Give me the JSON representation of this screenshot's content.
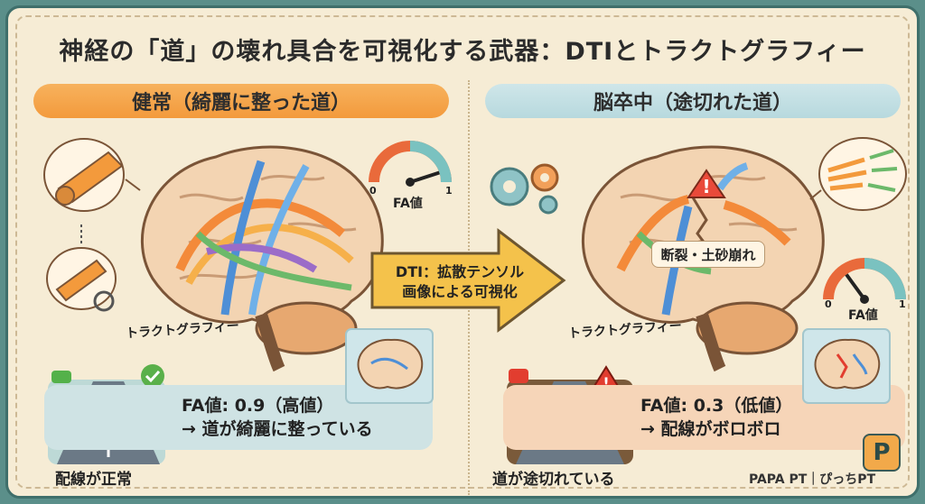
{
  "title": "神経の「道」の壊れ具合を可視化する武器：DTIとトラクトグラフィー",
  "healthy": {
    "heading": "健常（綺麗に整った道）",
    "fa_gauge_label": "FA値",
    "gauge_min": "0",
    "gauge_max": "1",
    "fa_value_fraction": 0.9,
    "tractography_label": "トラクトグラフィー",
    "info_line1": "FA値: 0.9（高値）",
    "info_line2": "→ 道が綺麗に整っている",
    "road_caption": "配線が正常"
  },
  "stroke": {
    "heading": "脳卒中（途切れた道）",
    "fa_gauge_label": "FA値",
    "gauge_min": "0",
    "gauge_max": "1",
    "fa_value_fraction": 0.3,
    "damage_label": "断裂・土砂崩れ",
    "tractography_label": "トラクトグラフィー",
    "info_line1": "FA値: 0.3（低値）",
    "info_line2": "→ 配線がボロボロ",
    "road_caption": "道が途切れている"
  },
  "center_arrow": {
    "line1": "DTI：拡散テンソル",
    "line2": "画像による可視化"
  },
  "brand": {
    "name": "PAPA PT｜ぴっちPT",
    "logo_letter": "P"
  },
  "colors": {
    "orange": "#f39a3c",
    "teal": "#b7d9de",
    "frame": "#3f6f6b",
    "background": "#f6ecd5"
  }
}
